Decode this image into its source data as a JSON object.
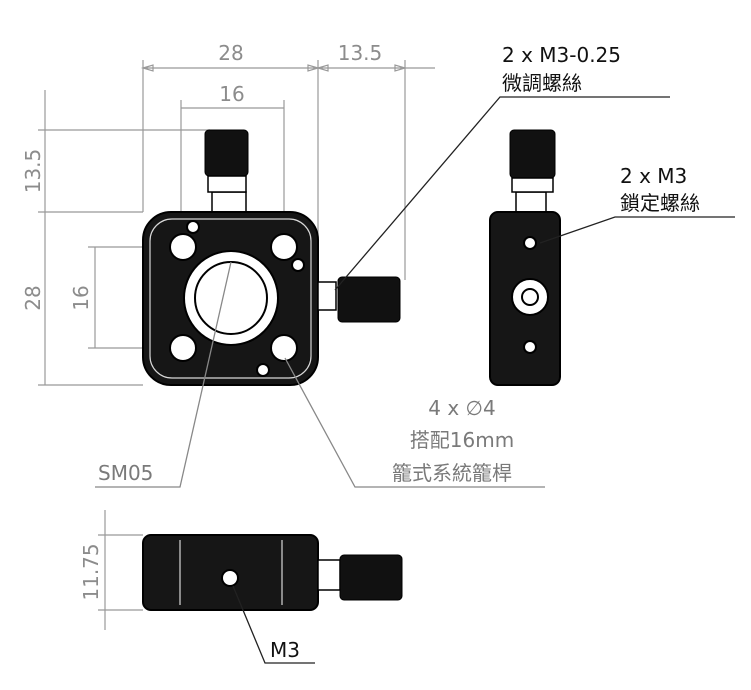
{
  "dimensions": {
    "top_width": "28",
    "top_offset": "13.5",
    "top_hole_spacing": "16",
    "left_offset": "13.5",
    "left_height": "28",
    "left_hole_spacing": "16",
    "bottom_thickness": "11.75"
  },
  "callouts": {
    "adjust_screw_spec": "2 x M3-0.25",
    "adjust_screw_name": "微調螺絲",
    "lock_screw_spec": "2 x M3",
    "lock_screw_name": "鎖定螺絲",
    "holes_spec": "4 x ∅4",
    "holes_compat": "搭配16mm",
    "holes_system": "籠式系統籠桿",
    "thread": "SM05",
    "bottom_tap": "M3"
  }
}
